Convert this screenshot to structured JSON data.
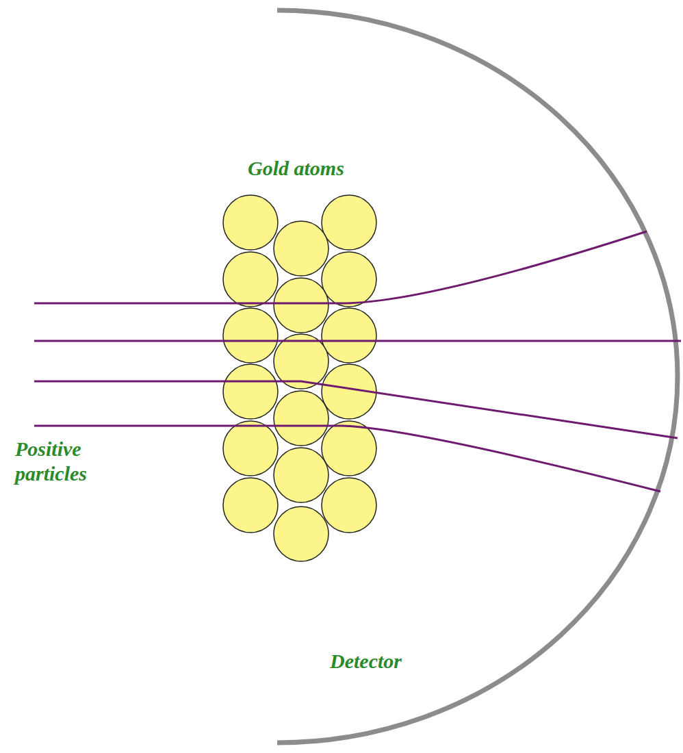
{
  "diagram": {
    "labels": [
      "Gold atoms",
      "Positive particles",
      "Detector"
    ]
  }
}
